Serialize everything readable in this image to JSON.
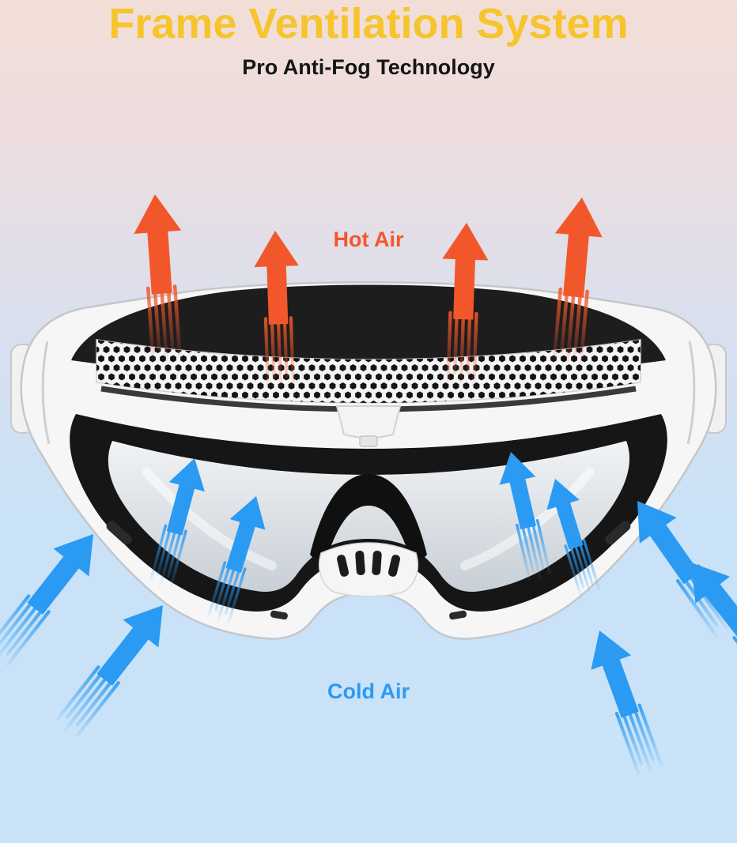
{
  "page": {
    "title": "Frame Ventilation System",
    "subtitle": "Pro Anti-Fog Technology"
  },
  "airflow": {
    "hot": {
      "label": "Hot Air",
      "color": "#f2572c",
      "arrow_count": 4,
      "direction": "rising-up-from-top-vents"
    },
    "cold": {
      "label": "Cold Air",
      "color": "#2b9af3",
      "arrow_count": 9,
      "direction": "flowing-up-into-frame-vents"
    }
  },
  "illustration": {
    "subject": "ski-goggles-frame-ventilation",
    "features": [
      "honeycomb-top-vents",
      "black-foam-liner",
      "nose-guard-vent-slots",
      "side-strap-tabs"
    ]
  },
  "colors": {
    "background_top": "#f3ded7",
    "background_bottom": "#c9e3f8",
    "title_text": "#f6c42d",
    "subtitle_text": "#151515",
    "goggle_frame": "#f6f6f6",
    "goggle_foam": "#161616",
    "lens": "#dfe3e7"
  }
}
